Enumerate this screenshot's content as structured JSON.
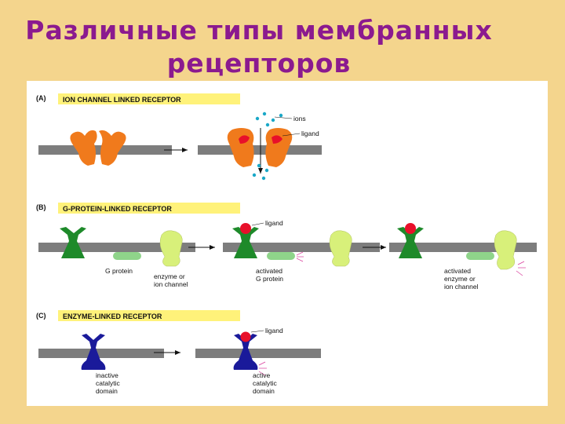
{
  "title": {
    "line1": "Различные типы мембранных",
    "line2": "рецепторов"
  },
  "sections": {
    "a": {
      "tag": "(A)",
      "heading": "ION CHANNEL LINKED  RECEPTOR",
      "ions": "ions",
      "ligand": "ligand"
    },
    "b": {
      "tag": "(B)",
      "heading": "G-PROTEIN-LINKED  RECEPTOR",
      "ligand": "ligand",
      "g_protein": "G protein",
      "enzyme_1": "enzyme or",
      "enzyme_2": "ion channel",
      "activated_1": "activated",
      "activated_2": "G protein",
      "act_enzyme_1": "activated",
      "act_enzyme_2": "enzyme or",
      "act_enzyme_3": "ion channel"
    },
    "c": {
      "tag": "(C)",
      "heading": "ENZYME-LINKED  RECEPTOR",
      "ligand": "ligand",
      "inactive_1": "inactive",
      "inactive_2": "catalytic",
      "inactive_3": "domain",
      "active_1": "active",
      "active_2": "catalytic",
      "active_3": "domain"
    }
  },
  "colors": {
    "background": "#f4d58d",
    "title": "#8b1a8f",
    "membrane": "#7d7d7d",
    "ion_channel": "#f07a1c",
    "ligand": "#e8102a",
    "receptor_green": "#1e8a2a",
    "g_protein": "#8fd48a",
    "enzyme": "#d8f07a",
    "enzyme_receptor": "#1a1a9a",
    "ion_dot": "#1aa8c8",
    "heading_box": "#fff27a"
  }
}
